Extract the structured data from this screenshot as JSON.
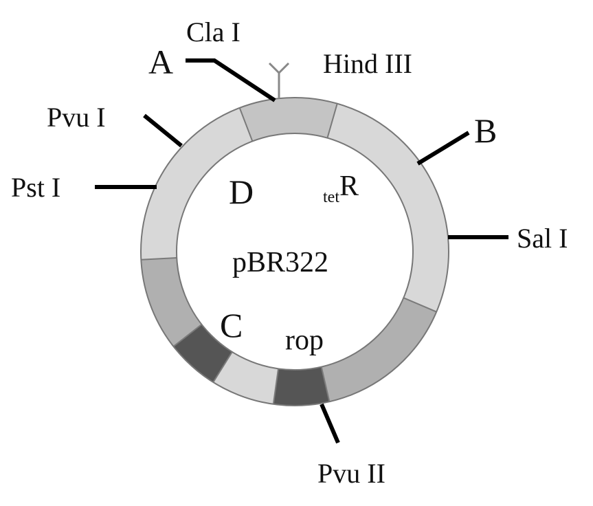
{
  "plasmid": {
    "name": "pBR322",
    "genes": {
      "tet": {
        "subscript": "tet",
        "main": "R"
      },
      "rop": "rop"
    }
  },
  "regions": {
    "A": "A",
    "B": "B",
    "C": "C",
    "D": "D"
  },
  "sites": {
    "cla": "Cla I",
    "hind": "Hind III",
    "pvu1": "Pvu I",
    "pst": "Pst I",
    "sal": "Sal I",
    "pvu2": "Pvu II"
  },
  "colors": {
    "background": "#ffffff",
    "ring_light": "#d8d8d8",
    "ring_top": "#c4c4c4",
    "ring_mid": "#b0b0b0",
    "ring_dark": "#555555",
    "ring_edge": "#777777",
    "marker": "#000000"
  }
}
